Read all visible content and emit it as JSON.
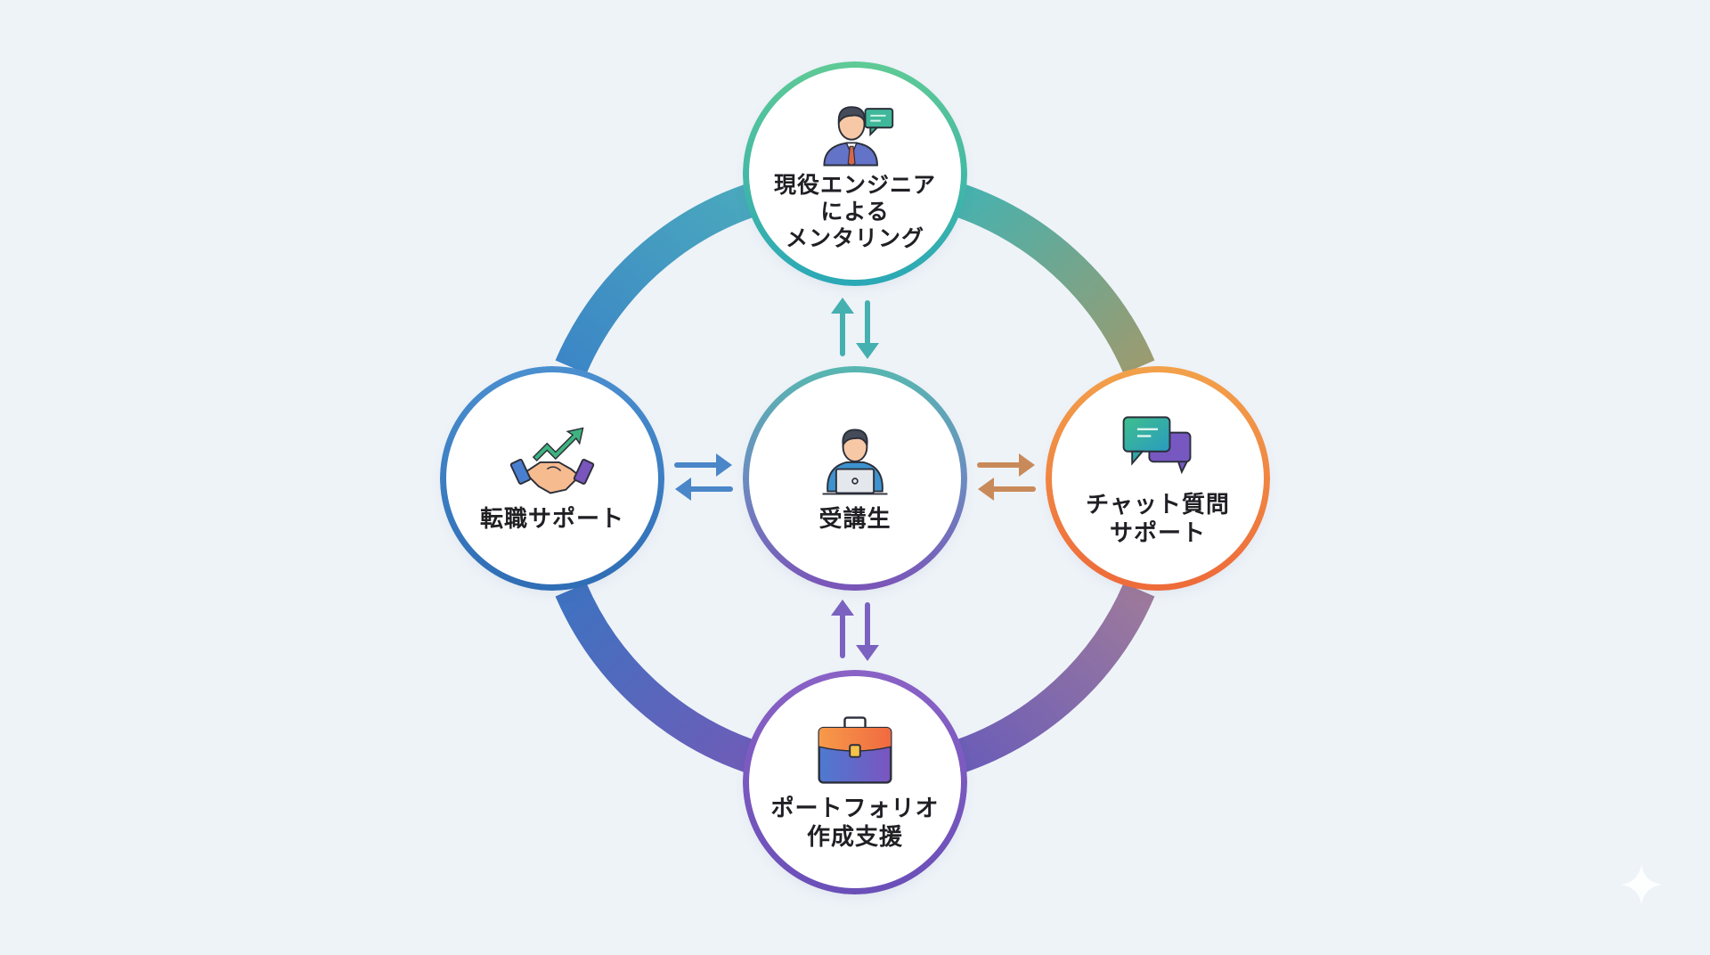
{
  "diagram": {
    "type": "hub-and-cycle",
    "center": {
      "label": "受講生",
      "icon": "student-laptop-icon"
    },
    "nodes": [
      {
        "id": "top",
        "label": "現役エンジニア\nによる\nメンタリング",
        "icon": "mentor-chat-icon",
        "ring_color": "#3bb8a4"
      },
      {
        "id": "right",
        "label": "チャット質問\nサポート",
        "icon": "chat-bubbles-icon",
        "ring_color": "#f08a3f"
      },
      {
        "id": "bottom",
        "label": "ポートフォリオ\n作成支援",
        "icon": "briefcase-icon",
        "ring_color": "#7a5ac0"
      },
      {
        "id": "left",
        "label": "転職サポート",
        "icon": "handshake-growth-icon",
        "ring_color": "#3f82c8"
      }
    ],
    "connectors": [
      {
        "between": [
          "center",
          "top"
        ],
        "direction": "bidirectional",
        "color": "#45b0b0"
      },
      {
        "between": [
          "center",
          "right"
        ],
        "direction": "bidirectional",
        "color": "#c98a5a"
      },
      {
        "between": [
          "center",
          "bottom"
        ],
        "direction": "bidirectional",
        "color": "#7b62c0"
      },
      {
        "between": [
          "center",
          "left"
        ],
        "direction": "bidirectional",
        "color": "#4a86c8"
      }
    ],
    "ring_colors": {
      "top_left": "#3f8fc6",
      "top_right": "#7aa38a",
      "bottom_right": "#8d6ab0",
      "bottom_left": "#5a72c0"
    },
    "background": "#eef3f8"
  }
}
